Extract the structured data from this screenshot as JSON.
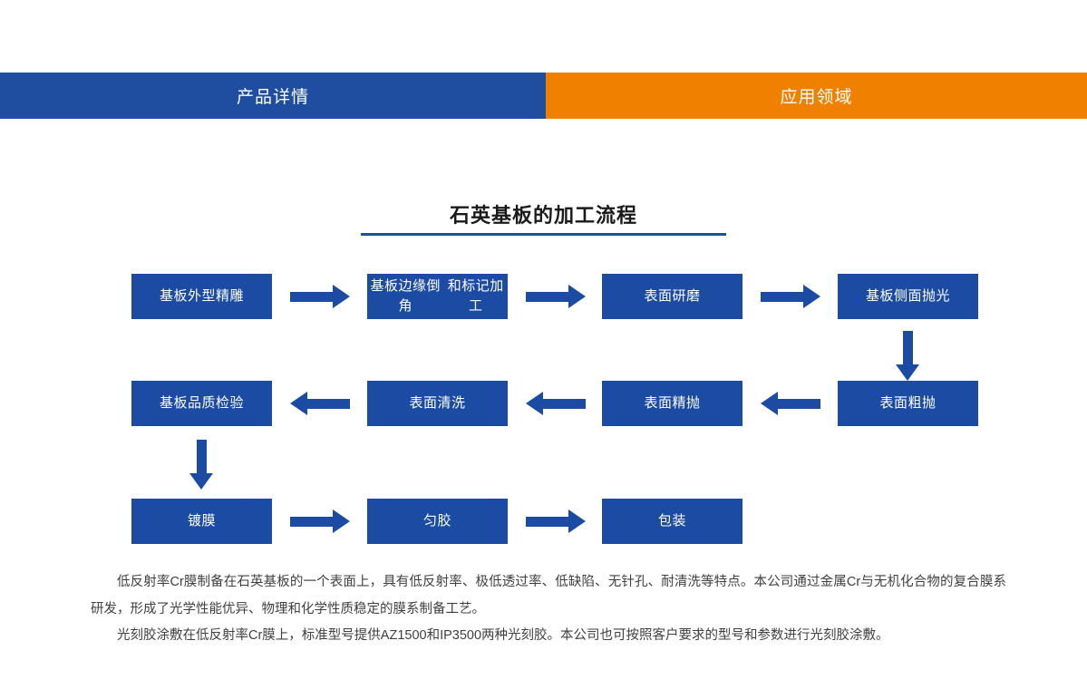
{
  "tabs": [
    {
      "label": "产品详情",
      "active": true,
      "color": "#1f4ea1"
    },
    {
      "label": "应用领域",
      "active": false,
      "color": "#f08000"
    }
  ],
  "section": {
    "title": "石英基板的加工流程",
    "rule_color": "#1f4ea1"
  },
  "flow": {
    "node_color": "#1b4ba3",
    "node_text_color": "#ffffff",
    "arrow_color": "#1b4ba3",
    "nodes": [
      {
        "id": "n1",
        "label": "基板外型精雕",
        "row": 1,
        "col": 1
      },
      {
        "id": "n2",
        "label": "基板边缘倒角\n和标记加工",
        "line1": "基板边缘倒角",
        "line2": "和标记加工",
        "row": 1,
        "col": 2
      },
      {
        "id": "n3",
        "label": "表面研磨",
        "row": 1,
        "col": 3
      },
      {
        "id": "n4",
        "label": "基板侧面抛光",
        "row": 1,
        "col": 4
      },
      {
        "id": "n5",
        "label": "基板品质检验",
        "row": 2,
        "col": 1
      },
      {
        "id": "n6",
        "label": "表面清洗",
        "row": 2,
        "col": 2
      },
      {
        "id": "n7",
        "label": "表面精抛",
        "row": 2,
        "col": 3
      },
      {
        "id": "n8",
        "label": "表面粗抛",
        "row": 2,
        "col": 4
      },
      {
        "id": "n9",
        "label": "镀膜",
        "row": 3,
        "col": 1
      },
      {
        "id": "n10",
        "label": "匀胶",
        "row": 3,
        "col": 2
      },
      {
        "id": "n11",
        "label": "包装",
        "row": 3,
        "col": 3
      }
    ],
    "connectors": [
      {
        "from": "n1",
        "to": "n2",
        "direction": "right"
      },
      {
        "from": "n2",
        "to": "n3",
        "direction": "right"
      },
      {
        "from": "n3",
        "to": "n4",
        "direction": "right"
      },
      {
        "from": "n4",
        "to": "n8",
        "direction": "down"
      },
      {
        "from": "n8",
        "to": "n7",
        "direction": "left"
      },
      {
        "from": "n7",
        "to": "n6",
        "direction": "left"
      },
      {
        "from": "n6",
        "to": "n5",
        "direction": "left"
      },
      {
        "from": "n5",
        "to": "n9",
        "direction": "down"
      },
      {
        "from": "n9",
        "to": "n10",
        "direction": "right"
      },
      {
        "from": "n10",
        "to": "n11",
        "direction": "right"
      }
    ]
  },
  "body": {
    "paragraph1": "低反射率Cr膜制备在石英基板的一个表面上，具有低反射率、极低透过率、低缺陷、无针孔、耐清洗等特点。本公司通过金属Cr与无机化合物的复合膜系研发，形成了光学性能优异、物理和化学性质稳定的膜系制备工艺。",
    "paragraph2": "光刻胶涂敷在低反射率Cr膜上，标准型号提供AZ1500和IP3500两种光刻胶。本公司也可按照客户要求的型号和参数进行光刻胶涂敷。"
  }
}
